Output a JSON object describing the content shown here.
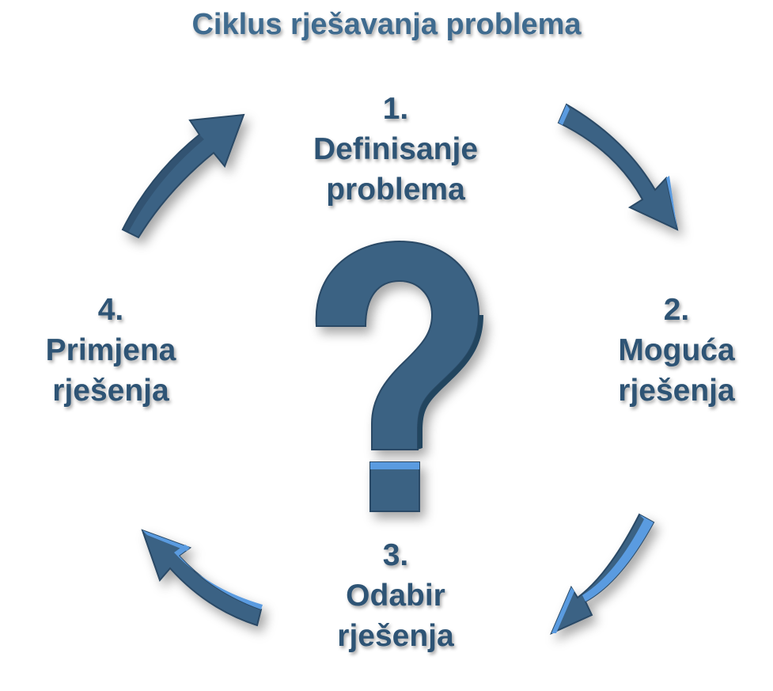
{
  "title": "Ciklus rješavanja problema",
  "steps": [
    {
      "number": "1.",
      "lines": [
        "Definisanje",
        "problema"
      ]
    },
    {
      "number": "2.",
      "lines": [
        "Moguća",
        "rješenja"
      ]
    },
    {
      "number": "3.",
      "lines": [
        "Odabir",
        "rješenja"
      ]
    },
    {
      "number": "4.",
      "lines": [
        "Primjena",
        "rješenja"
      ]
    }
  ],
  "center_icon": "question-mark-icon",
  "colors": {
    "primary": "#3b6284",
    "dark": "#22445f",
    "light": "#5a9be0",
    "title": "#3f6b8f"
  }
}
